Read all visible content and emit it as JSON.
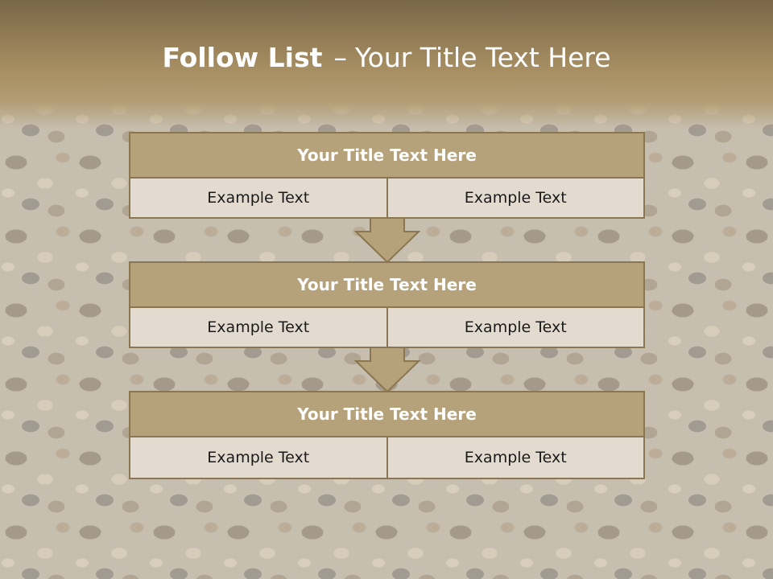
{
  "slide": {
    "title_bold": "Follow List",
    "title_dash": "–",
    "title_rest": "Your Title Text Here"
  },
  "blocks": [
    {
      "title": "Your Title Text Here",
      "cells": [
        "Example Text",
        "Example Text"
      ]
    },
    {
      "title": "Your Title Text Here",
      "cells": [
        "Example Text",
        "Example Text"
      ]
    },
    {
      "title": "Your Title Text Here",
      "cells": [
        "Example Text",
        "Example Text"
      ]
    }
  ],
  "colors": {
    "header_band": "#a88f63",
    "block_title_fill": "#b5a27a",
    "block_border": "#8a7650",
    "cell_fill": "#e4dbd0",
    "arrow_fill": "#b5a27a"
  },
  "background": "coffee-beans-photo"
}
